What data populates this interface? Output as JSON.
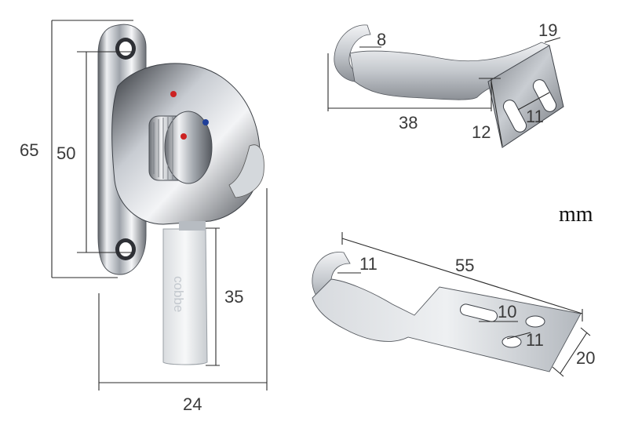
{
  "unit_label": "mm",
  "brand_text": "cobbe",
  "latch": {
    "height_total": "65",
    "hole_spacing": "50",
    "handle_length": "35",
    "width": "24"
  },
  "upper_strike": {
    "hook_dim": "8",
    "plate_width": "19",
    "length": "38",
    "plate_height": "12",
    "slot_dim": "11"
  },
  "lower_strike": {
    "hook_dim": "11",
    "length": "55",
    "slot_length": "10",
    "slot_dim": "11",
    "plate_width": "20"
  },
  "colors": {
    "metal_light": "#f4f5f7",
    "metal_mid": "#b9bec4",
    "metal_dark": "#4a4e54",
    "red_dot": "#cc2222",
    "blue_dot": "#1f3f9a"
  }
}
